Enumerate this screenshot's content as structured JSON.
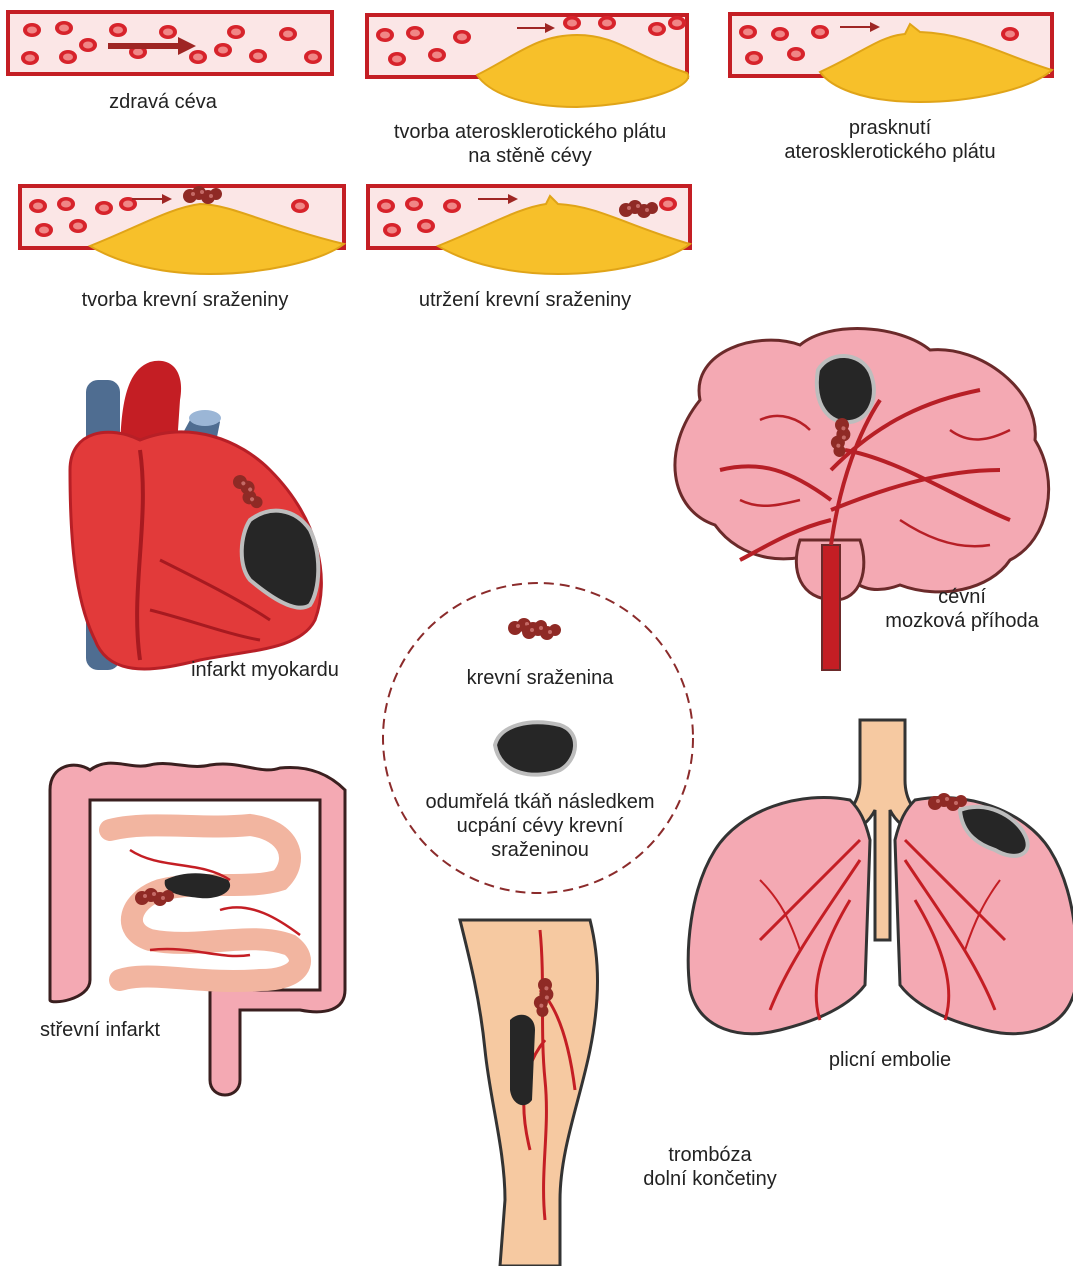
{
  "vessel_stages": [
    {
      "lines": [
        "zdravá céva"
      ]
    },
    {
      "lines": [
        "tvorba aterosklerotického plátu",
        "na stěně cévy"
      ]
    },
    {
      "lines": [
        "prasknutí",
        "aterosklerotického plátu"
      ]
    },
    {
      "lines": [
        "tvorba krevní sraženiny"
      ]
    },
    {
      "lines": [
        "utržení krevní sraženiny"
      ]
    }
  ],
  "organs": {
    "heart": {
      "lines": [
        "infarkt myokardu"
      ]
    },
    "brain": {
      "lines": [
        "cévní",
        "mozková příhoda"
      ]
    },
    "intestine": {
      "lines": [
        "střevní infarkt"
      ]
    },
    "leg": {
      "lines": [
        "trombóza",
        "dolní končetiny"
      ]
    },
    "lungs": {
      "lines": [
        "plicní embolie"
      ]
    }
  },
  "legend": {
    "clot": {
      "lines": [
        "krevní sraženina"
      ]
    },
    "dead_tissue": {
      "lines": [
        "odumřelá tkáň následkem",
        "ucpání cévy krevní",
        "sraženinou"
      ]
    }
  },
  "colors": {
    "blood": "#d7232b",
    "vessel_wall": "#c41e24",
    "vessel_lumen": "#fbe6e6",
    "plaque": "#f7c02a",
    "clot": "#8f2a25",
    "dead_tissue": "#262626",
    "organ_pink": "#f4a9b3",
    "heart_red": "#e23a3a",
    "skin": "#f6c9a1",
    "vein_blue": "#4f6d91",
    "legend_dash": "#8b2b2b"
  }
}
